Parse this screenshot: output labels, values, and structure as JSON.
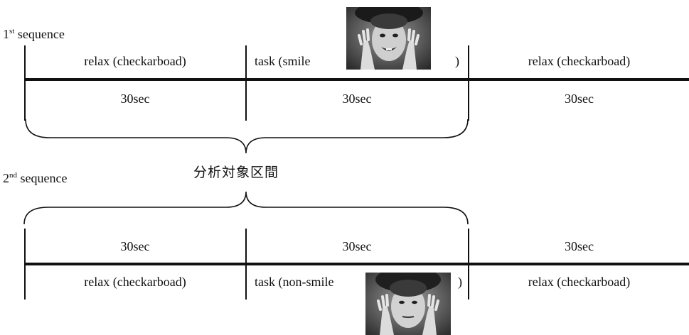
{
  "sequence1": {
    "label_num": "1",
    "label_sup": "st",
    "label_text": "sequence",
    "row_top": [
      "relax (checkarboad)",
      "task (smile",
      ")",
      "relax (checkarboad)"
    ],
    "row_bottom": [
      "30sec",
      "30sec",
      "30sec"
    ]
  },
  "sequence2": {
    "label_num": "2",
    "label_sup": "nd",
    "label_text": "sequence",
    "row_top": [
      "30sec",
      "30sec",
      "30sec"
    ],
    "row_bottom": [
      "relax (checkarboad)",
      "task (non-smile",
      ")",
      "relax (checkarboad)"
    ]
  },
  "analysis_label": "分析対象区間",
  "photos": {
    "smile": "smiling-face-photo",
    "non_smile": "neutral-face-photo"
  }
}
